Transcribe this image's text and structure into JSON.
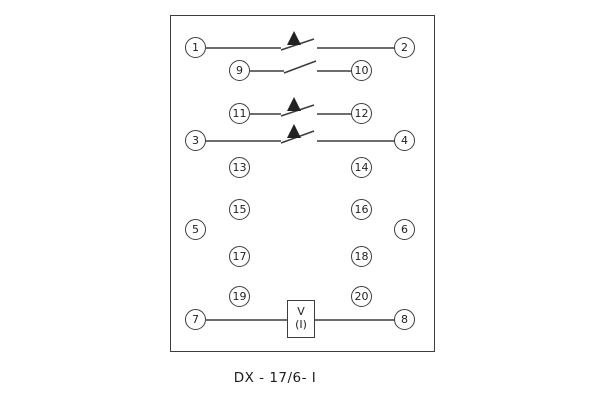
{
  "diagram": {
    "caption": "DX - 17/6- I",
    "component_box": {
      "line1": "V",
      "line2": "(I)"
    },
    "terminals": {
      "t1": "1",
      "t2": "2",
      "t3": "3",
      "t4": "4",
      "t5": "5",
      "t6": "6",
      "t7": "7",
      "t8": "8",
      "t9": "9",
      "t10": "10",
      "t11": "11",
      "t12": "12",
      "t13": "13",
      "t14": "14",
      "t15": "15",
      "t16": "16",
      "t17": "17",
      "t18": "18",
      "t19": "19",
      "t20": "20"
    },
    "colors": {
      "line": "#3d3d3d",
      "background": "#ffffff"
    }
  }
}
